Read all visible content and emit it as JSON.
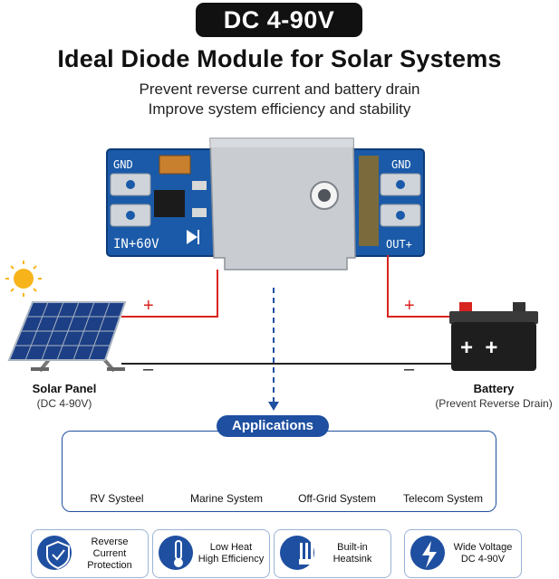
{
  "header": {
    "badge": "DC 4-90V",
    "title": "Ideal Diode Module for Solar Systems",
    "subtitle_1": "Prevent reverse current and battery drain",
    "subtitle_2": "Improve system efficiency and stability"
  },
  "module": {
    "gnd_left": "GND",
    "gnd_right": "GND",
    "in_label": "IN+60V",
    "out_label": "OUT+"
  },
  "wiring": {
    "plus": "+",
    "minus": "–"
  },
  "solar_panel": {
    "title": "Solar Panel",
    "spec": "(DC 4-90V)"
  },
  "battery": {
    "title": "Battery",
    "spec": "(Prevent Reverse Drain)",
    "terminals": "+  +"
  },
  "applications": {
    "title": "Applications",
    "items": [
      {
        "label": "RV Systeel",
        "icon": "rv-icon"
      },
      {
        "label": "Marine System",
        "icon": "boat-icon"
      },
      {
        "label": "Off-Grid System",
        "icon": "house-solar-icon"
      },
      {
        "label": "Telecom System",
        "icon": "tower-icon"
      }
    ]
  },
  "features": [
    {
      "lines": [
        "Reverse",
        "Current",
        "Protection"
      ],
      "icon": "shield-check-icon"
    },
    {
      "lines": [
        "Low Heat",
        "High Efficiency"
      ],
      "icon": "thermometer-icon"
    },
    {
      "lines": [
        "Built-in",
        "Heatsink"
      ],
      "icon": "heatsink-icon"
    },
    {
      "lines": [
        "Wide Voltage",
        "DC 4-90V"
      ],
      "icon": "lightning-icon"
    }
  ],
  "colors": {
    "accent": "#1f4fa0",
    "pcb": "#1a5aa8",
    "wire_red": "#d8231f",
    "heatsink": "#c9ccd1"
  }
}
